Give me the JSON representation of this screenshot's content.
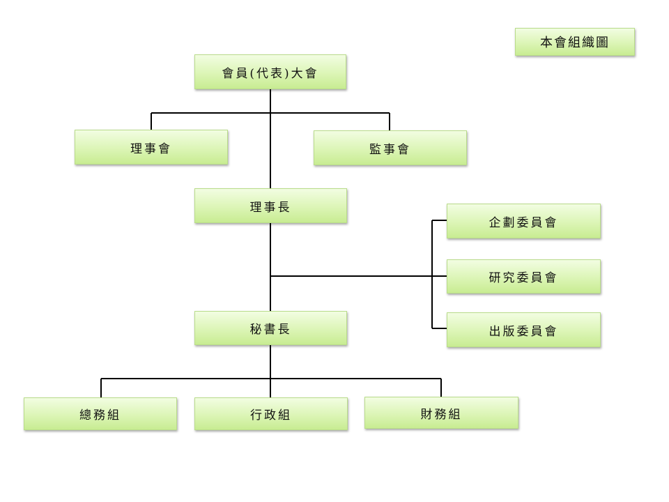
{
  "title": "本會組織圖",
  "nodes": {
    "general_assembly": "會員(代表)大會",
    "board_of_directors": "理事會",
    "board_of_supervisors": "監事會",
    "chairman": "理事長",
    "planning_committee": "企劃委員會",
    "research_committee": "研究委員會",
    "publishing_committee": "出版委員會",
    "secretary_general": "秘書長",
    "general_affairs": "總務組",
    "administration": "行政組",
    "finance": "財務組"
  },
  "colors": {
    "box_top": "#f2fde2",
    "box_bottom": "#c8ec92",
    "box_border": "#b9dc8a",
    "line": "#000000"
  }
}
